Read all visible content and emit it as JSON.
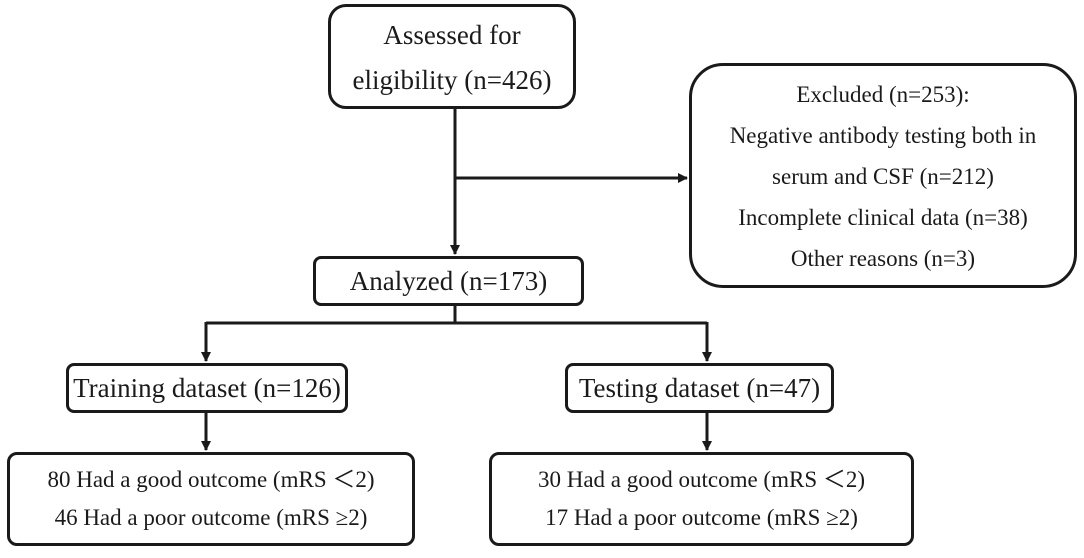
{
  "assessed": {
    "line1": "Assessed for",
    "line2": "eligibility (n=426)"
  },
  "excluded": {
    "title": "Excluded (n=253):",
    "reasons": [
      "Negative antibody testing both in",
      "serum and CSF (n=212)",
      "Incomplete clinical data (n=38)",
      "Other reasons (n=3)"
    ]
  },
  "analyzed": {
    "label": "Analyzed (n=173)"
  },
  "training": {
    "label": "Training dataset (n=126)",
    "good": "80 Had a good outcome (mRS ＜2)",
    "poor": "46 Had a poor outcome (mRS ≥2)"
  },
  "testing": {
    "label": "Testing dataset (n=47)",
    "good": "30 Had a good outcome (mRS ＜2)",
    "poor": "17 Had a poor outcome (mRS ≥2)"
  },
  "colors": {
    "stroke": "#1a1a1a",
    "background": "#ffffff"
  }
}
